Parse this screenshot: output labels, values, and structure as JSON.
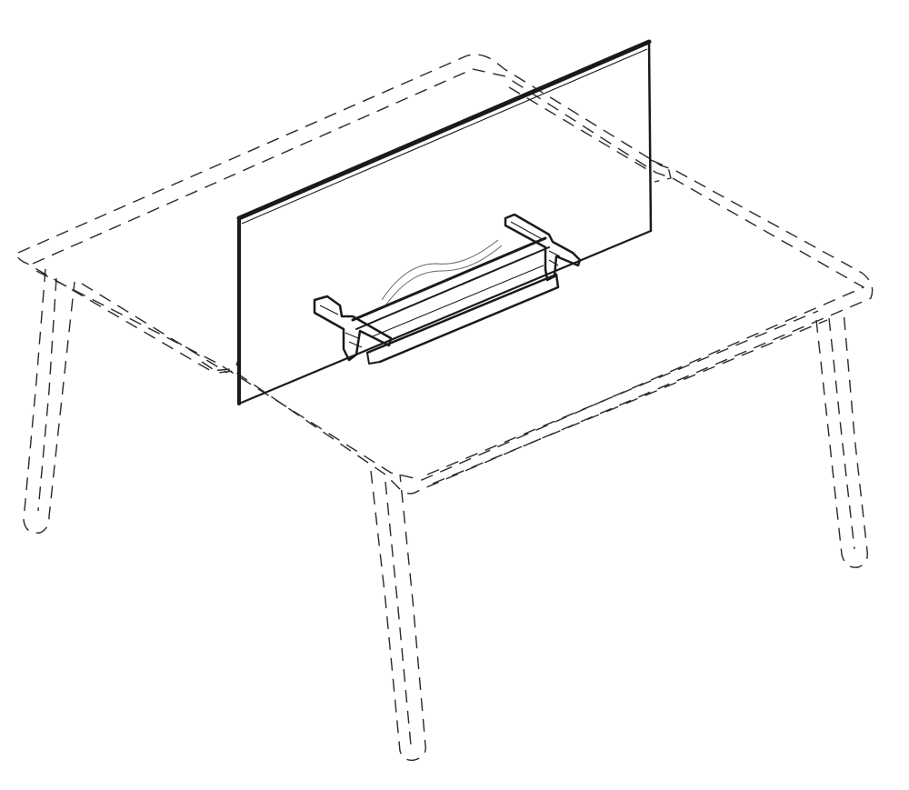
{
  "drawing": {
    "subject": "desk-screen-assembly",
    "colors": {
      "background": "#ffffff",
      "line": "#1a1a1a",
      "hidden_line": "#2a2a2a"
    },
    "line_styles": {
      "desk": "dashed",
      "screen": "solid"
    }
  }
}
